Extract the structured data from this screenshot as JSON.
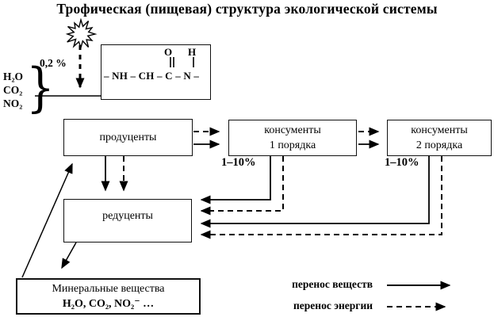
{
  "title": "Трофическая (пищевая) структура экологической системы",
  "energy_input": {
    "percent": "0,2 %"
  },
  "inputs": {
    "item1": "H₂O",
    "item2": "CO₂",
    "item3": "NO₂",
    "brace": "}"
  },
  "molecule": {
    "o": "O",
    "h": "H",
    "chain": "– NH – CH – C – N –"
  },
  "boxes": {
    "producers": "продуценты",
    "consumers1_l1": "консументы",
    "consumers1_l2": "1 порядка",
    "consumers2_l1": "консументы",
    "consumers2_l2": "2 порядка",
    "reducers": "редуценты",
    "minerals_l1": "Минеральные вещества",
    "minerals_l2": "H₂O, CO₂, NO₂⁻  …"
  },
  "percent_labels": {
    "c1": "1–10%",
    "c2": "1–10%"
  },
  "legend": {
    "substances": "перенос веществ",
    "energy": "перенос энергии"
  },
  "colors": {
    "ink": "#000000",
    "paper": "#ffffff"
  }
}
